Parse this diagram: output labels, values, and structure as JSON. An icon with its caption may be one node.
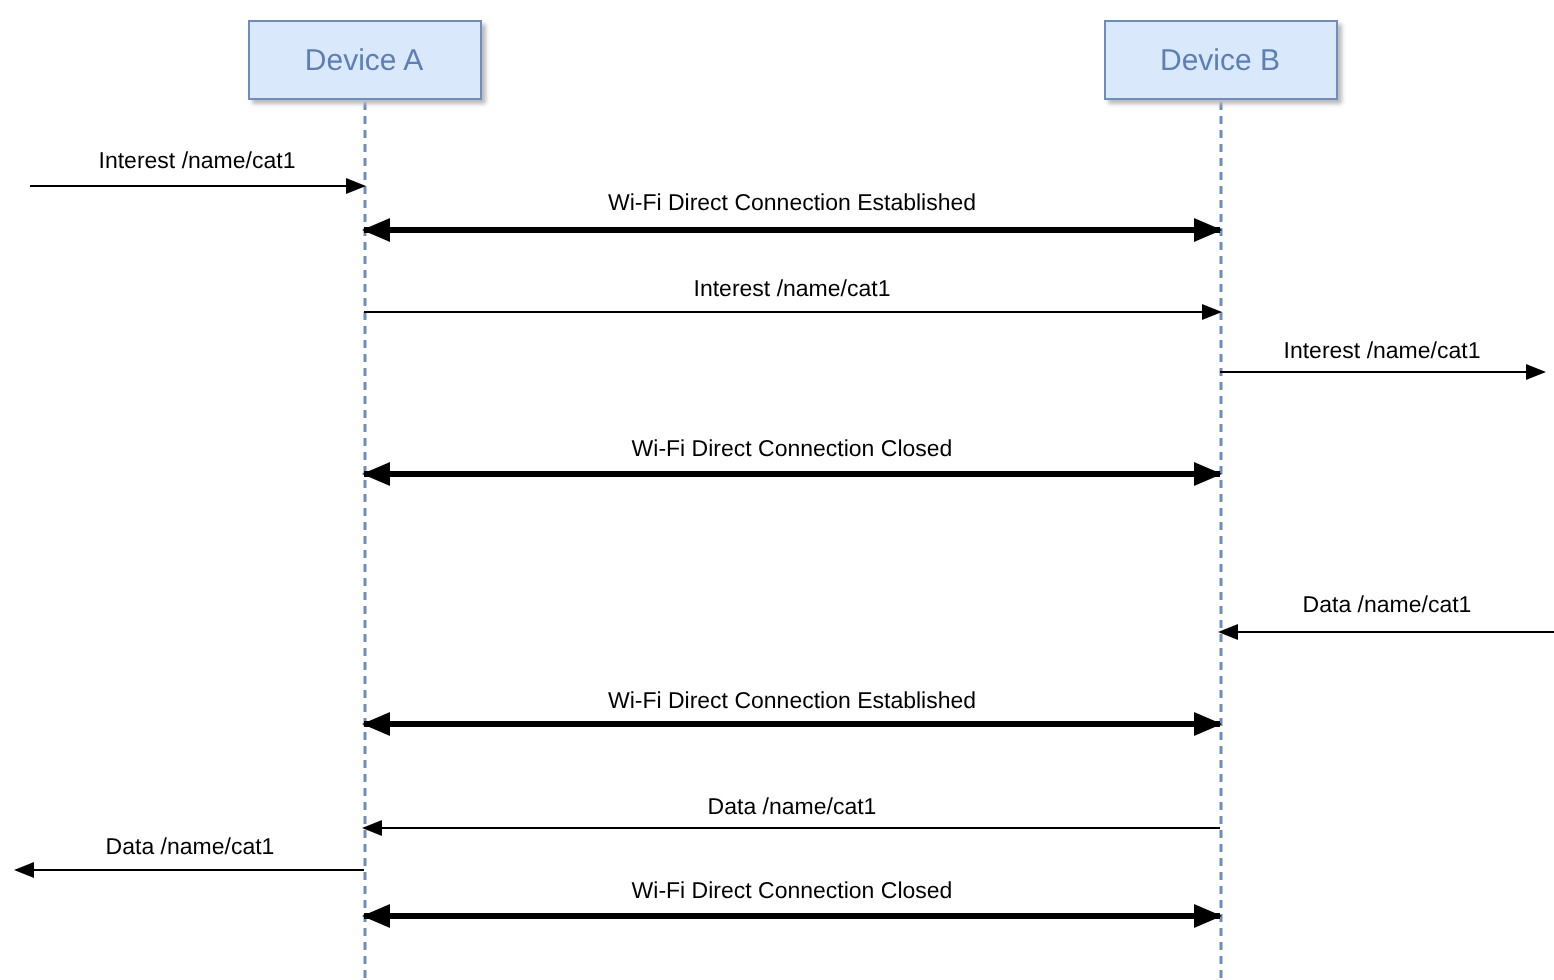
{
  "diagram": {
    "nodes": [
      {
        "text": [
          "Device A"
        ]
      },
      {
        "text": [
          "Device B"
        ]
      }
    ],
    "edges": [
      {
        "from": null,
        "to": 0,
        "arrow": "to",
        "label": "Interest /name/cat1"
      },
      {
        "from": 0,
        "to": 1,
        "arrow": "both",
        "label": "Wi-Fi Direct Connection Established",
        "style": "thick"
      },
      {
        "from": 0,
        "to": 1,
        "arrow": "to",
        "label": "Interest /name/cat1"
      },
      {
        "from": 1,
        "to": null,
        "arrow": "to",
        "label": "Interest /name/cat1"
      },
      {
        "from": 0,
        "to": 1,
        "arrow": "both",
        "label": "Wi-Fi Direct Connection Closed",
        "style": "thick"
      },
      {
        "from": null,
        "to": 1,
        "arrow": "to",
        "label": "Data /name/cat1"
      },
      {
        "from": 0,
        "to": 1,
        "arrow": "both",
        "label": "Wi-Fi Direct Connection Established",
        "style": "thick"
      },
      {
        "from": 1,
        "to": 0,
        "arrow": "to",
        "label": "Data /name/cat1"
      },
      {
        "from": 0,
        "to": null,
        "arrow": "to",
        "label": "Data /name/cat1"
      },
      {
        "from": 0,
        "to": 1,
        "arrow": "both",
        "label": "Wi-Fi Direct Connection Closed",
        "style": "thick"
      }
    ]
  }
}
